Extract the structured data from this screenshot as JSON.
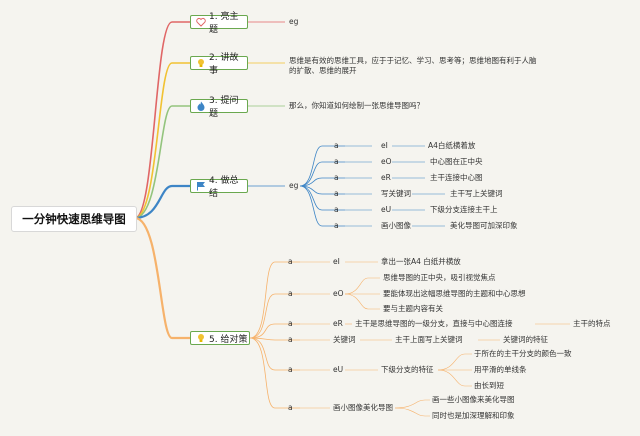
{
  "root": {
    "label": "一分钟快速思维导图"
  },
  "branches": [
    {
      "label": "1. 亮主题",
      "icon": "heart-icon",
      "note": "eg"
    },
    {
      "label": "2. 讲故事",
      "icon": "lightbulb-icon",
      "note": "思维是有效的思维工具，应于于记忆、学习、思考等；思维地图有利于人脑的扩散、思维的展开"
    },
    {
      "label": "3. 提问题",
      "icon": "flame-icon",
      "note": "那么，你知道如何绘制一张思维导图吗？"
    },
    {
      "label": "4. 做总结",
      "icon": "flag-icon",
      "note": "eg",
      "rows": [
        {
          "a": "a",
          "key": "eI",
          "desc": "A4白纸横着放"
        },
        {
          "a": "a",
          "key": "eO",
          "desc": "中心图在正中央"
        },
        {
          "a": "a",
          "key": "eR",
          "desc": "主干连接中心图"
        },
        {
          "a": "a",
          "key": "写关键词",
          "desc": "主干写上关键词"
        },
        {
          "a": "a",
          "key": "eU",
          "desc": "下级分支连接主干上"
        },
        {
          "a": "a",
          "key": "画小图像",
          "desc": "美化导图可加深印象"
        }
      ]
    },
    {
      "label": "5. 给对策",
      "icon": "lightbulb-icon",
      "rows": [
        {
          "a": "a",
          "key": "eI",
          "details": [
            "拿出一张A4 白纸并横放"
          ]
        },
        {
          "a": "a",
          "key": "eO",
          "details": [
            "思维导图的正中央，吸引视觉焦点",
            "要能体现出这幅思维导图的主题和中心思想",
            "要与主题内容有关"
          ]
        },
        {
          "a": "a",
          "key": "eR",
          "details": [
            "主干是思维导图的一级分支，直接与中心图连接"
          ],
          "extra": "主干的特点"
        },
        {
          "a": "a",
          "key": "关键词",
          "details": [
            "主干上面写上关键词"
          ],
          "extra": "关键词的特征"
        },
        {
          "a": "a",
          "key": "eU",
          "details": [
            "下级分支的特征"
          ],
          "sub": [
            "于所在的主干分支的颜色一致",
            "用平滑的单线条",
            "由长到短"
          ]
        },
        {
          "a": "a",
          "key": "画小图像美化导图",
          "details": [
            "画一些小图像来美化导图",
            "同时也是加深理解和印象"
          ]
        }
      ]
    }
  ],
  "colors": {
    "background": "#f5f4ef",
    "branch1": "#e06666",
    "branch2": "#f1c232",
    "branch3": "#93c47d",
    "branch4": "#3d85c6",
    "branch5": "#f6b26b",
    "box_border": "#6aa84f"
  }
}
